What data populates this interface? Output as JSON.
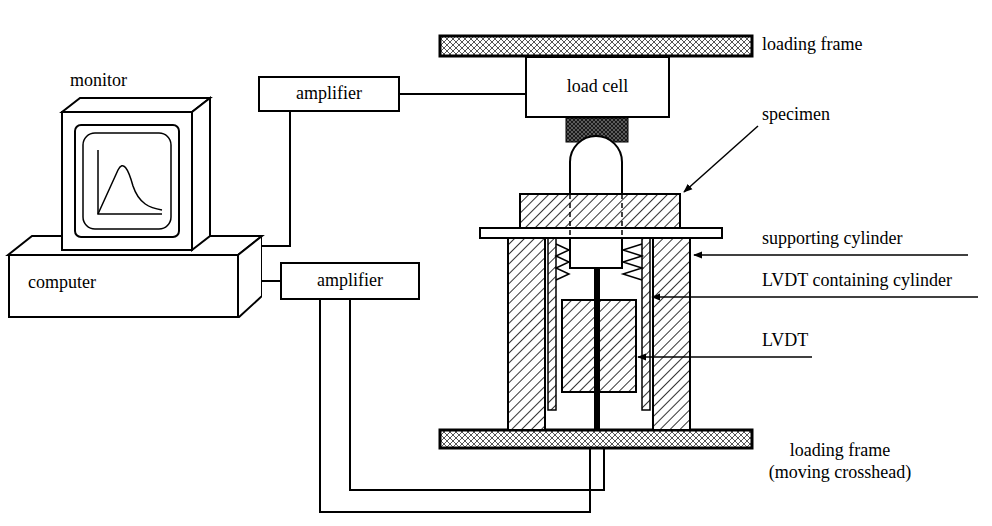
{
  "diagram": {
    "nodes": [
      {
        "text": [
          "amplifier"
        ]
      },
      {
        "text": [
          "load cell"
        ]
      },
      {
        "text": [
          "computer"
        ]
      },
      {
        "text": [
          "amplifier"
        ]
      }
    ],
    "edges": [
      {
        "from": 2,
        "to": 0,
        "arrow": "none"
      },
      {
        "from": 0,
        "to": 1,
        "arrow": "none"
      },
      {
        "from": 2,
        "to": 3,
        "arrow": "none"
      }
    ],
    "labels": [
      "monitor",
      "loading frame",
      "specimen",
      "supporting cylinder",
      "LVDT containing cylinder",
      "LVDT",
      "loading frame (moving crosshead)"
    ]
  }
}
